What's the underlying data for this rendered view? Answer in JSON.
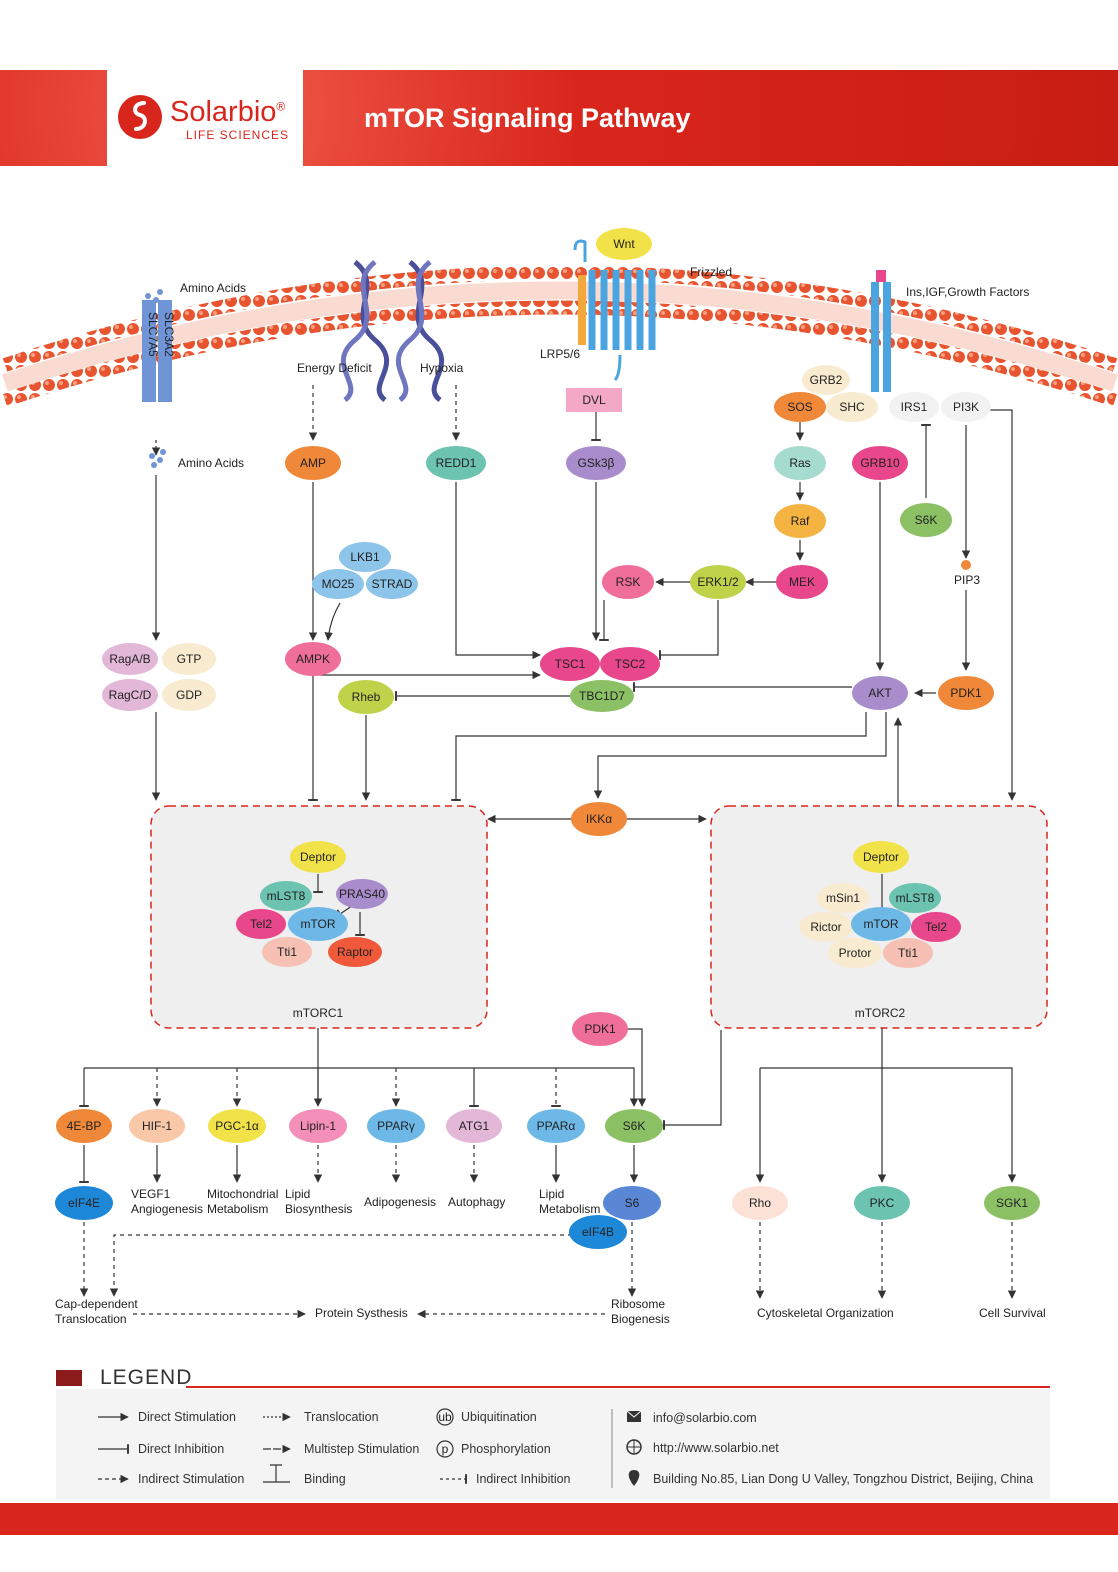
{
  "header": {
    "brand": "Solarbio",
    "brand_mark": "®",
    "brand_sub": "LIFE SCIENCES",
    "title": "mTOR Signaling Pathway"
  },
  "membrane_labels": {
    "amino_acids_top": "Amino Acids",
    "slc3a2": "SLC3A2",
    "slc7a5": "SLC7A5",
    "amino_acids_inside": "Amino Acids",
    "energy_deficit": "Energy Deficit",
    "hypoxia": "Hypoxia",
    "frizzled": "Frizzled",
    "lrp": "LRP5/6",
    "growth_factors": "Ins,IGF,Growth Factors",
    "pip3": "PIP3"
  },
  "nodes": {
    "wnt": "Wnt",
    "dvl": "DVL",
    "grb2": "GRB2",
    "sos": "SOS",
    "shc": "SHC",
    "irs1": "IRS1",
    "pi3k": "PI3K",
    "amp": "AMP",
    "redd1": "REDD1",
    "gsk3b": "GSk3β",
    "ras": "Ras",
    "grb10": "GRB10",
    "s6k_top": "S6K",
    "raf": "Raf",
    "lkb1": "LKB1",
    "mo25": "MO25",
    "strad": "STRAD",
    "rsk": "RSK",
    "erk": "ERK1/2",
    "mek": "MEK",
    "raga": "RagA/B",
    "ragc": "RagC/D",
    "gtp": "GTP",
    "gdp": "GDP",
    "ampk": "AMPK",
    "tsc1": "TSC1",
    "tsc2": "TSC2",
    "tbc1d7": "TBC1D7",
    "rheb": "Rheb",
    "akt": "AKT",
    "pdk1_top": "PDK1",
    "ikka": "IKKα",
    "c1_deptor": "Deptor",
    "c1_mlst8": "mLST8",
    "c1_pras40": "PRAS40",
    "c1_tel2": "Tel2",
    "c1_mtor": "mTOR",
    "c1_tti1": "Tti1",
    "c1_raptor": "Raptor",
    "c2_deptor": "Deptor",
    "c2_msin1": "mSin1",
    "c2_mlst8": "mLST8",
    "c2_rictor": "Rictor",
    "c2_mtor": "mTOR",
    "c2_tel2": "Tel2",
    "c2_protor": "Protor",
    "c2_tti1": "Tti1",
    "pdk1_bottom": "PDK1",
    "ebp": "4E-BP",
    "hif1": "HIF-1",
    "pgc": "PGC-1α",
    "lipin": "Lipin-1",
    "pparg": "PPARγ",
    "atg1": "ATG1",
    "ppara": "PPARα",
    "s6k_bottom": "S6K",
    "eif4e": "eIF4E",
    "s6": "S6",
    "eif4b": "eIF4B",
    "rho": "Rho",
    "pkc": "PKC",
    "sgk1": "SGK1"
  },
  "complex_labels": {
    "mtorc1": "mTORC1",
    "mtorc2": "mTORC2"
  },
  "outcomes": {
    "vegf": "VEGF1",
    "angio": "Angiogenesis",
    "mito": "Mitochondrial",
    "metab": "Metabolism",
    "lipid1": "Lipid",
    "lipid2": "Biosynthesis",
    "adipo": "Adipogenesis",
    "autophagy": "Autophagy",
    "lipm1": "Lipid",
    "lipm2": "Metabolism",
    "cap1": "Cap-dependent",
    "cap2": "Translocation",
    "protein": "Protein Systhesis",
    "ribo1": "Ribosome",
    "ribo2": "Biogenesis",
    "cyto": "Cytoskeletal Organization",
    "survival": "Cell Survival"
  },
  "legend": {
    "title": "LEGEND",
    "direct_stim": "Direct Stimulation",
    "direct_inhib": "Direct Inhibition",
    "indirect_stim": "Indirect Stimulation",
    "transloc": "Translocation",
    "multistep": "Multistep Stimulation",
    "binding": "Binding",
    "ubiq_sym": "ub",
    "ubiq": "Ubiquitination",
    "phos_sym": "p",
    "phos": "Phosphorylation",
    "indirect_inhib": "Indirect Inhibition",
    "email": "info@solarbio.com",
    "web": "http://www.solarbio.net",
    "address": "Building No.85, Lian Dong U Valley, Tongzhou District, Beijing, China"
  },
  "icons": [
    "logo-icon",
    "dna-helix-icon",
    "receptor-icon",
    "mail-icon",
    "globe-icon",
    "location-pin-icon"
  ],
  "colors": {
    "brand_red": "#d9261c",
    "orange": "#f0883a",
    "teal": "#6cc3b0",
    "purple": "#a98ccb",
    "pink": "#e8478b",
    "yellow": "#f2e24a",
    "lime": "#bfd34a",
    "green": "#8cc065",
    "blue": "#6eb8e8",
    "skyblue": "#4aa4e0",
    "salmon": "#f6b29c",
    "lilac": "#e3b7d8",
    "cream": "#f8ebd0"
  }
}
